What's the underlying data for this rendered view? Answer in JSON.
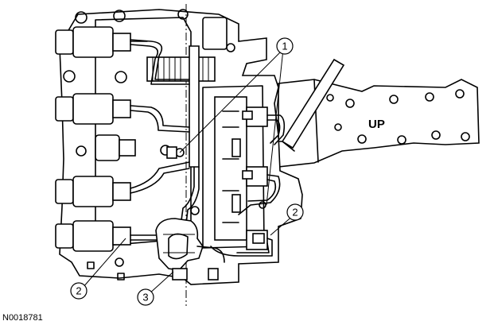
{
  "figure_code": "N0018781",
  "bracket_label": "UP",
  "callouts": [
    {
      "id": "callout-1",
      "label": "1"
    },
    {
      "id": "callout-2-right",
      "label": "2"
    },
    {
      "id": "callout-2-left",
      "label": "2"
    },
    {
      "id": "callout-3",
      "label": "3"
    }
  ]
}
